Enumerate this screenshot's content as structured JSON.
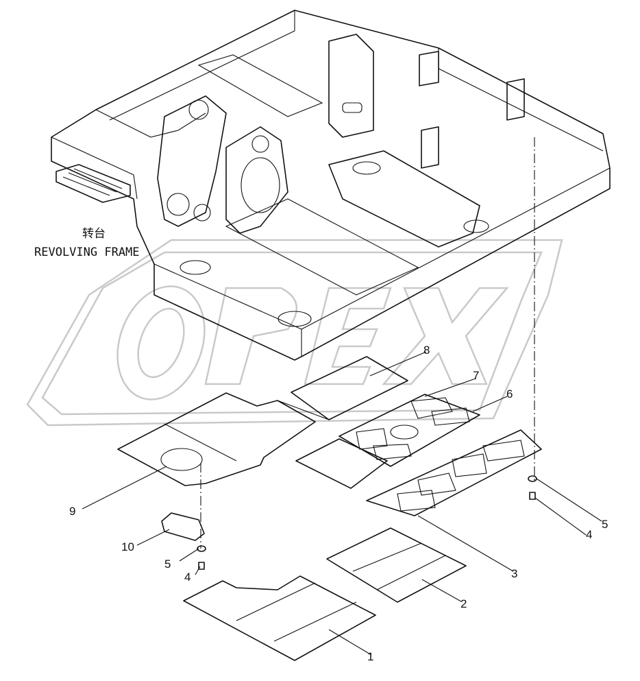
{
  "figure": {
    "title_cn": "转台",
    "title_en": "REVOLVING FRAME",
    "watermark": "OPEX",
    "callouts": [
      "1",
      "2",
      "3",
      "4",
      "4",
      "5",
      "5",
      "6",
      "7",
      "8",
      "9",
      "10"
    ]
  },
  "colors": {
    "line": "#111111",
    "watermark": "#c9c9c9",
    "background": "#ffffff"
  }
}
